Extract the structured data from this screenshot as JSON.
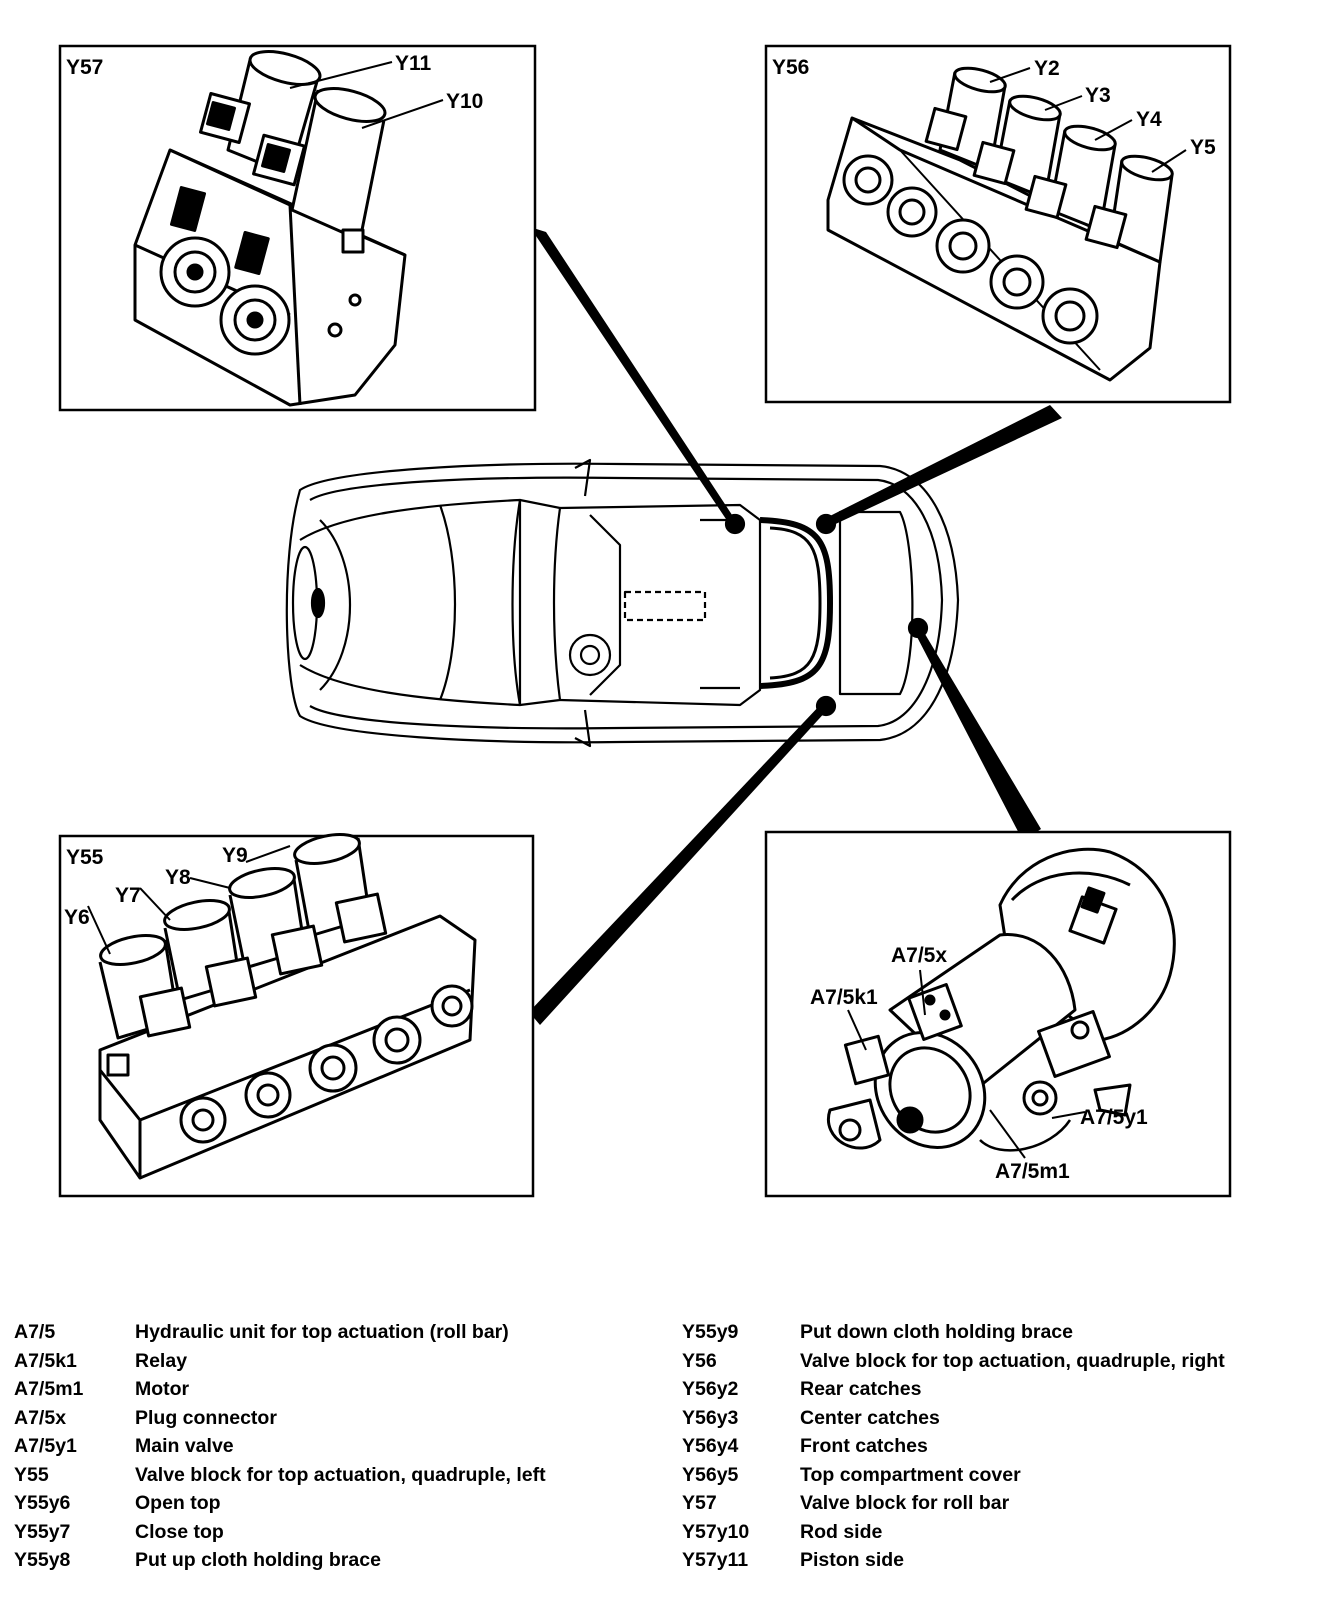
{
  "panels": {
    "y57": {
      "label": "Y57",
      "callouts": [
        "Y11",
        "Y10"
      ]
    },
    "y56": {
      "label": "Y56",
      "callouts": [
        "Y2",
        "Y3",
        "Y4",
        "Y5"
      ]
    },
    "y55": {
      "label": "Y55",
      "callouts": [
        "Y9",
        "Y8",
        "Y7",
        "Y6"
      ]
    },
    "a75": {
      "callouts": [
        "A7/5x",
        "A7/5k1",
        "A7/5y1",
        "A7/5m1"
      ]
    }
  },
  "legend": {
    "left": [
      {
        "code": "A7/5",
        "desc": "Hydraulic unit for top actuation (roll bar)"
      },
      {
        "code": "A7/5k1",
        "desc": "Relay"
      },
      {
        "code": "A7/5m1",
        "desc": "Motor"
      },
      {
        "code": "A7/5x",
        "desc": "Plug connector"
      },
      {
        "code": "A7/5y1",
        "desc": "Main valve"
      },
      {
        "code": "Y55",
        "desc": "Valve block for top actuation, quadruple, left"
      },
      {
        "code": "Y55y6",
        "desc": "Open top"
      },
      {
        "code": "Y55y7",
        "desc": "Close top"
      },
      {
        "code": "Y55y8",
        "desc": "Put up cloth holding brace"
      }
    ],
    "right": [
      {
        "code": "Y55y9",
        "desc": "Put down cloth holding brace"
      },
      {
        "code": "Y56",
        "desc": "Valve block for top actuation, quadruple, right"
      },
      {
        "code": "Y56y2",
        "desc": "Rear catches"
      },
      {
        "code": "Y56y3",
        "desc": "Center catches"
      },
      {
        "code": "Y56y4",
        "desc": "Front catches"
      },
      {
        "code": "Y56y5",
        "desc": "Top compartment cover"
      },
      {
        "code": "Y57",
        "desc": "Valve block for roll bar"
      },
      {
        "code": "Y57y10",
        "desc": "Rod side"
      },
      {
        "code": "Y57y11",
        "desc": "Piston side"
      }
    ]
  }
}
